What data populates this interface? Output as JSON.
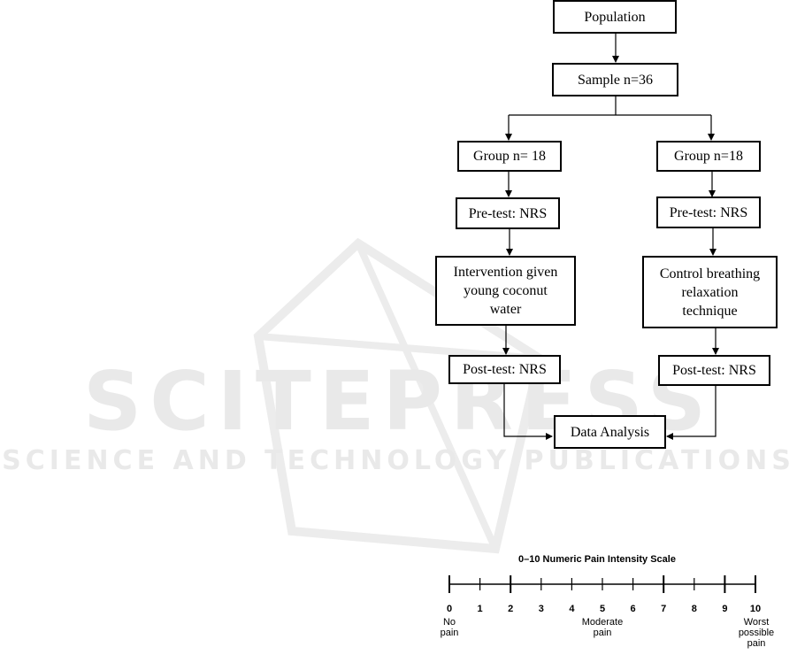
{
  "watermark": {
    "main": "SCITEPRESS",
    "sub": "SCIENCE AND TECHNOLOGY PUBLICATIONS"
  },
  "flowchart": {
    "population": "Population",
    "sample": "Sample n=36",
    "group_left": "Group n= 18",
    "group_right": "Group n=18",
    "pretest_left": "Pre-test: NRS",
    "pretest_right": "Pre-test: NRS",
    "intervention_left": [
      "Intervention given",
      "young coconut",
      "water"
    ],
    "intervention_right": [
      "Control breathing",
      "relaxation",
      "technique"
    ],
    "posttest_left": "Post-test: NRS",
    "posttest_right": "Post-test: NRS",
    "analysis": "Data Analysis"
  },
  "pain_scale": {
    "title": "0–10 Numeric Pain Intensity Scale",
    "ticks": [
      "0",
      "1",
      "2",
      "3",
      "4",
      "5",
      "6",
      "7",
      "8",
      "9",
      "10"
    ],
    "descriptors": {
      "no_pain": [
        "No",
        "pain"
      ],
      "moderate": [
        "Moderate",
        "pain"
      ],
      "worst": [
        "Worst",
        "possible",
        "pain"
      ]
    }
  }
}
